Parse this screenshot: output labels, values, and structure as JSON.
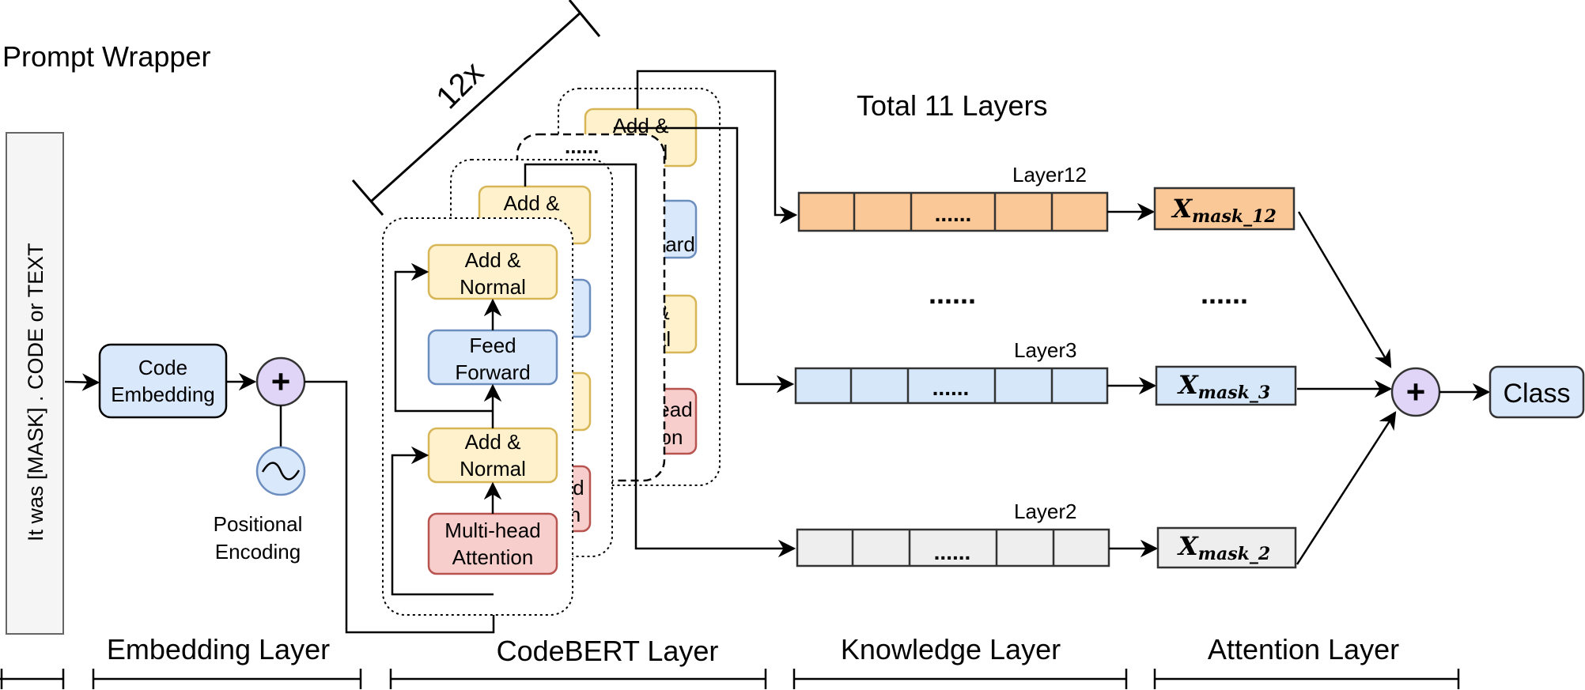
{
  "header": {
    "prompt_wrapper": "Prompt Wrapper",
    "repeat": "12x",
    "total_layers": "Total 11 Layers"
  },
  "input": {
    "prompt_text": "It was [MASK] . CODE or TEXT"
  },
  "embedding": {
    "code_embedding": [
      "Code",
      "Embedding"
    ],
    "plus": "+",
    "positional_encoding": [
      "Positional",
      "Encoding"
    ]
  },
  "codebert_block": {
    "add_normal": [
      "Add &",
      "Normal"
    ],
    "feed_forward": [
      "Feed",
      "Forward"
    ],
    "multi_head_attention": [
      "Multi-head",
      "Attention"
    ],
    "fragments": {
      "add_and": "Add &",
      "nal": "nal",
      "ard": "ard",
      "rd": "rd",
      "amp": "&",
      "al": "al",
      "ead": "ead",
      "on": "on",
      "n": "n",
      "dots": "......"
    }
  },
  "knowledge_layers": [
    {
      "label": "Layer12",
      "dots": "......",
      "color": "#fac896"
    },
    {
      "label": "Layer3",
      "dots": "......",
      "color": "#d6e7fa"
    },
    {
      "label": "Layer2",
      "dots": "......",
      "color": "#eeeeee"
    }
  ],
  "attention": {
    "vectors": [
      {
        "main": "X",
        "sub": "mask_12",
        "color": "#fac896"
      },
      {
        "main": "X",
        "sub": "mask_3",
        "color": "#d6e7fa"
      },
      {
        "main": "X",
        "sub": "mask_2",
        "color": "#eeeeee"
      }
    ],
    "plus": "+",
    "class_label": "Class"
  },
  "ellipses": {
    "knowledge": "......",
    "attention": "......"
  },
  "sections": {
    "embedding_layer": "Embedding Layer",
    "codebert_layer": "CodeBERT Layer",
    "knowledge_layer": "Knowledge Layer",
    "attention_layer": "Attention Layer"
  },
  "colors": {
    "yellow_fill": "#fff1cc",
    "yellow_stroke": "#d6b656",
    "blue_fill": "#dae8fc",
    "blue_stroke": "#6c8ebf",
    "red_fill": "#f8cecc",
    "red_stroke": "#b85450",
    "purple_fill": "#e1d5f7",
    "orange_fill": "#fac896",
    "gray_fill": "#eeeeee"
  }
}
